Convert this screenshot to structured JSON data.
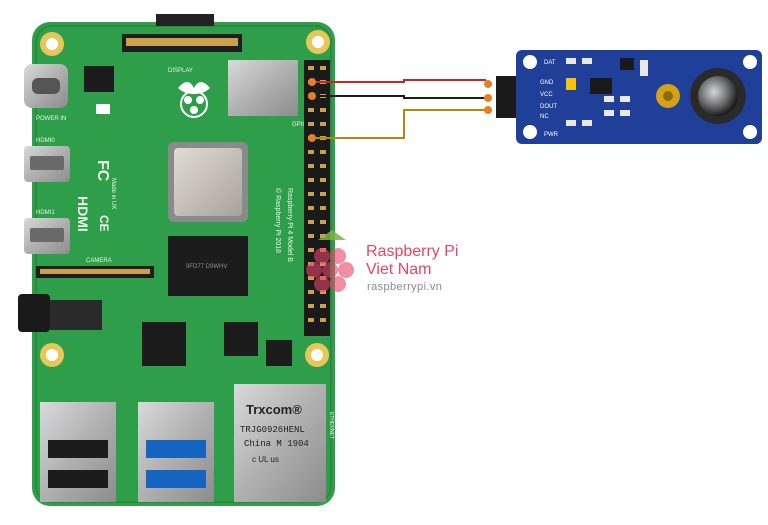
{
  "board": {
    "name": "Raspberry Pi 4 Model B",
    "silk": {
      "display": "DISPLAY",
      "power_in": "POWER IN",
      "hdmi0": "HDMI0",
      "hdmi1": "HDMI1",
      "camera": "CAMERA",
      "gpio": "GPIO",
      "hdmi_logo": "HDMI",
      "ce": "CE",
      "model": "Raspberry Pi 4 Model B",
      "copyright": "© Raspberry Pi 2018",
      "fcc": "FC",
      "ethernet": "ETHERNET",
      "ram_chip": "9FD77 D9WHV",
      "made_in": "Made in UK"
    },
    "jack": {
      "brand": "Trxcom®",
      "part": "TRJG0926HENL",
      "origin": "China M 1904",
      "ul": "c UL us"
    }
  },
  "module": {
    "pins": [
      "GND",
      "VCC",
      "DOUT",
      "NC"
    ],
    "led_labels": [
      "DAT",
      "PWR"
    ]
  },
  "wires": [
    {
      "name": "vcc-wire",
      "color": "#c62828"
    },
    {
      "name": "gnd-wire",
      "color": "#1a1a1a"
    },
    {
      "name": "dout-wire",
      "color": "#b8860b"
    }
  ],
  "colors": {
    "pcb": "#2f9e4a",
    "module_pcb": "#1f3f99",
    "watermark": "#e8436b"
  },
  "watermark": {
    "title": "Raspberry Pi\nViet Nam",
    "subtitle": "raspberrypi.vn"
  }
}
